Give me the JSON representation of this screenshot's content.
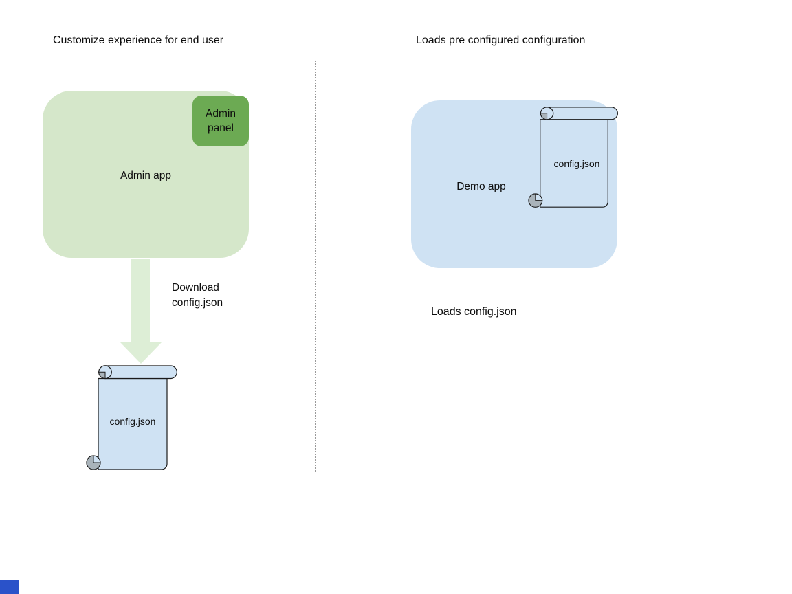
{
  "left": {
    "title": "Customize experience for end user",
    "admin_app_label": "Admin app",
    "admin_panel_label": "Admin panel",
    "download_label": "Download\nconfig.json",
    "config_label": "config.json"
  },
  "right": {
    "title": "Loads pre configured configuration",
    "demo_app_label": "Demo app",
    "config_label": "config.json",
    "caption": "Loads config.json"
  },
  "colors": {
    "app_green": "#d5e7ca",
    "panel_green": "#6caa53",
    "arrow_green": "#ddeed6",
    "file_blue": "#cfe2f3",
    "curl_gray": "#a9b3ba",
    "outline": "#1a1a1a",
    "divider_gray": "#9a9a9a",
    "corner_blue": "#2a52c9"
  }
}
